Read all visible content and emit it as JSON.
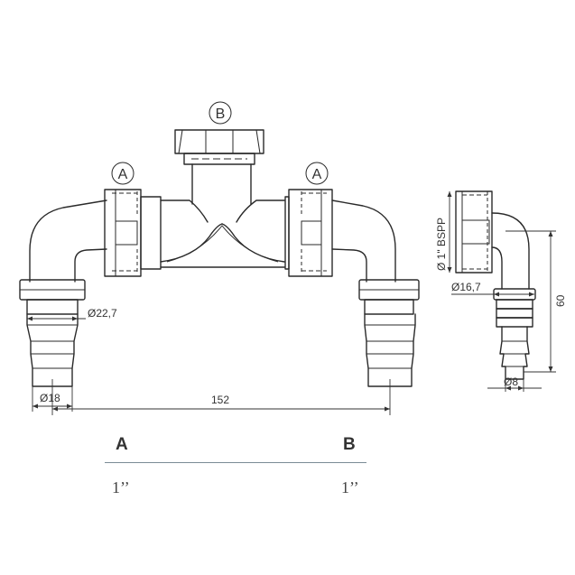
{
  "callouts": {
    "a_left": "A",
    "b_top": "B",
    "a_right": "A"
  },
  "dimensions": {
    "pipe_outer": "Ø22,7",
    "hose_tail": "Ø18",
    "centers": "152",
    "thread": "Ø 1\" BSPP",
    "side_outer": "Ø16,7",
    "side_tail": "Ø8",
    "height": "60"
  },
  "table": {
    "headers": [
      "A",
      "B"
    ],
    "values": [
      "1’’",
      "1’’"
    ]
  },
  "colors": {
    "line": "#2a2a2a",
    "rule": "#7a8b96"
  }
}
